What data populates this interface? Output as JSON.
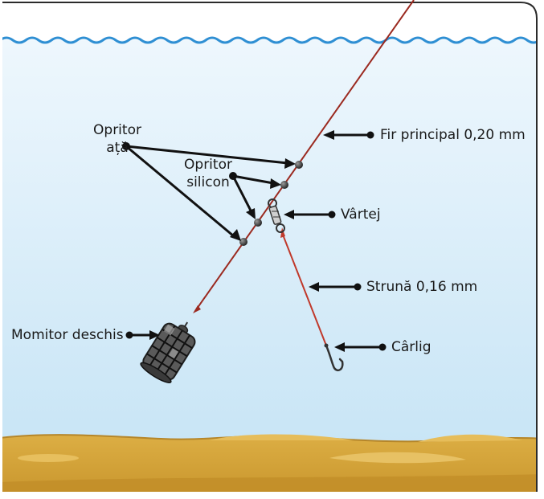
{
  "labels": {
    "main_line": "Fir principal 0,20 mm",
    "thread_stop_line1": "Opritor",
    "thread_stop_line2": "ață",
    "silicone_stop_line1": "Opritor",
    "silicone_stop_line2": "silicon",
    "swivel": "Vârtej",
    "hooklink": "Strună 0,16 mm",
    "hook": "Cârlig",
    "feeder": "Momitor deschis"
  },
  "colors": {
    "water_top": "#eaf5fc",
    "water_bottom": "#c9e6f6",
    "surface_wave": "#2f8fd3",
    "line": "#9b2a20",
    "sand": "#d9a93a",
    "sand_dark": "#c2902a",
    "frame": "#2b2b2b"
  }
}
